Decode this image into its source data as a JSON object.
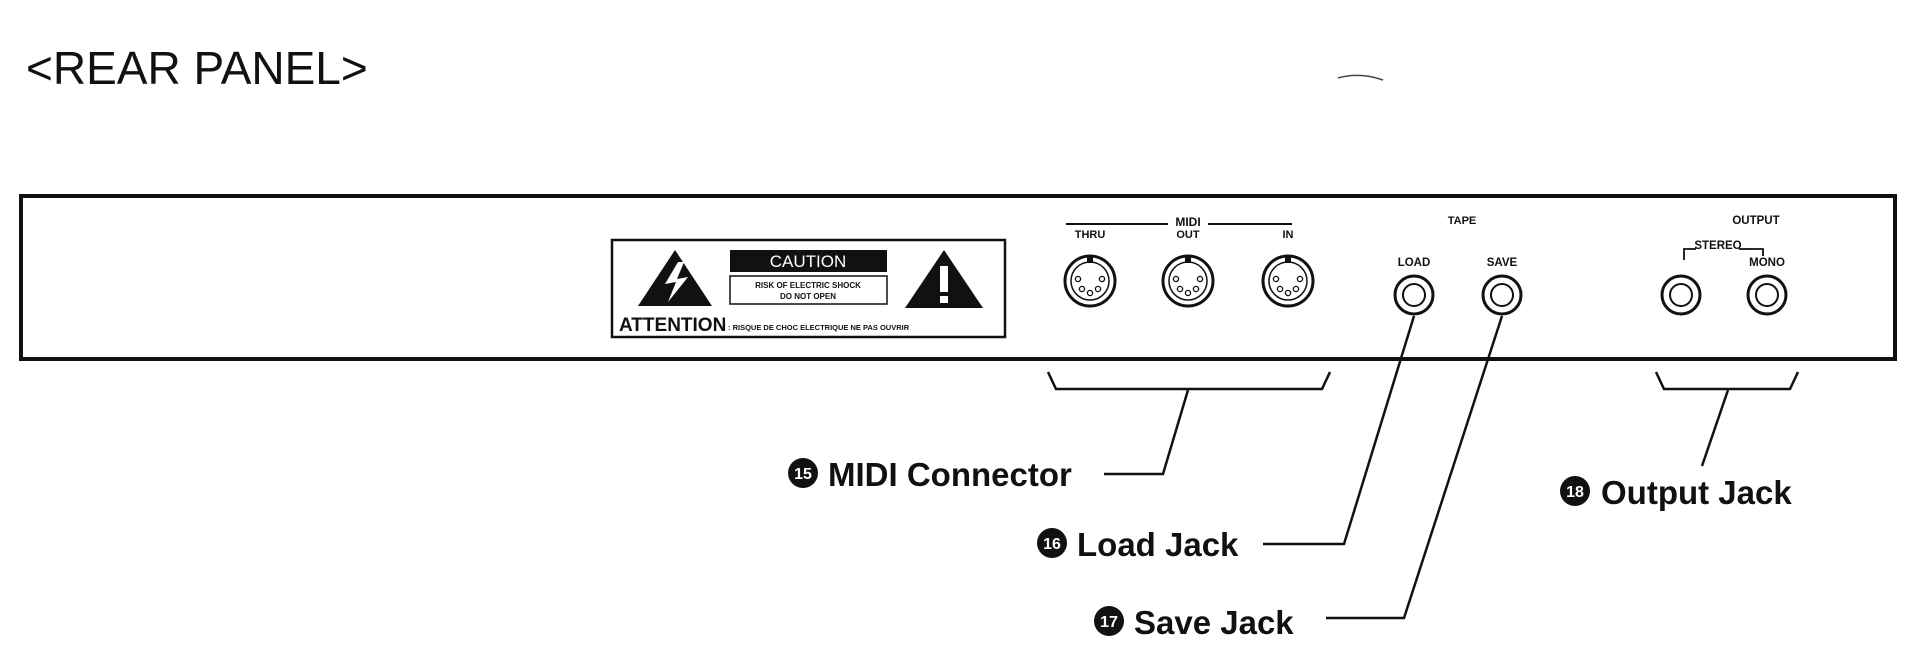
{
  "title": "<REAR PANEL>",
  "panel": {
    "caution": {
      "header": "CAUTION",
      "line1": "RISK OF ELECTRIC SHOCK",
      "line2": "DO NOT OPEN",
      "attention_word": "ATTENTION",
      "attention_text": ": RISQUE DE CHOC ELECTRIQUE NE PAS OUVRIR"
    },
    "midi": {
      "group_label": "MIDI",
      "thru_label": "THRU",
      "out_label": "OUT",
      "in_label": "IN"
    },
    "tape": {
      "group_label": "TAPE",
      "load_label": "LOAD",
      "save_label": "SAVE"
    },
    "output": {
      "group_label": "OUTPUT",
      "stereo_label": "STEREO",
      "mono_label": "MONO"
    }
  },
  "callouts": {
    "midi_connector": {
      "number": "15",
      "text": "MIDI Connector"
    },
    "load_jack": {
      "number": "16",
      "text": "Load Jack"
    },
    "save_jack": {
      "number": "17",
      "text": "Save Jack"
    },
    "output_jack": {
      "number": "18",
      "text": "Output Jack"
    }
  },
  "colors": {
    "ink": "#111111",
    "paper": "#ffffff"
  }
}
